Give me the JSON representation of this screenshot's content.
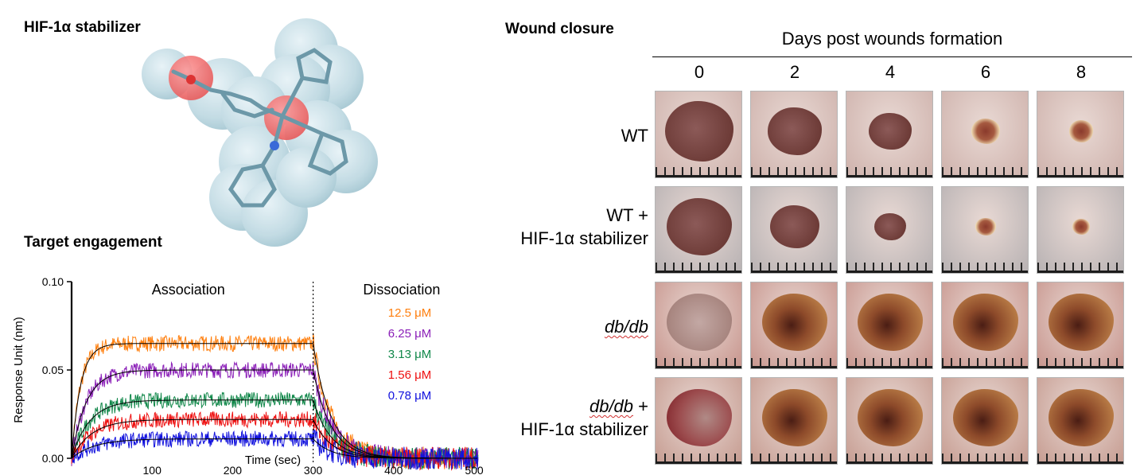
{
  "panels": {
    "molecule_title": "HIF-1α stabilizer",
    "engagement_title": "Target engagement",
    "wound_title": "Wound closure"
  },
  "chart_data": {
    "type": "line",
    "title": "",
    "xlabel": "Time (sec)",
    "ylabel": "Response Unit (nm)",
    "xlim": [
      0,
      500
    ],
    "ylim": [
      0,
      0.1
    ],
    "x_ticks": [
      "100",
      "200",
      "300",
      "400",
      "500"
    ],
    "y_ticks": [
      "0.00",
      "0.05",
      "0.10"
    ],
    "annotations": [
      "Association",
      "Dissociation"
    ],
    "phase_boundary_x": 300,
    "legend_position": "right",
    "series": [
      {
        "name": "12.5 μM",
        "color": "#ff7f0e",
        "plateau": 0.065,
        "k": 0.09
      },
      {
        "name": "6.25 μM",
        "color": "#8b1fb8",
        "plateau": 0.05,
        "k": 0.055
      },
      {
        "name": "3.13 μM",
        "color": "#11884a",
        "plateau": 0.033,
        "k": 0.045
      },
      {
        "name": "1.56 μM",
        "color": "#ee1111",
        "plateau": 0.022,
        "k": 0.04
      },
      {
        "name": "0.78 μM",
        "color": "#1111dd",
        "plateau": 0.011,
        "k": 0.035
      }
    ]
  },
  "wound_grid": {
    "days_title": "Days post wounds formation",
    "days": [
      "0",
      "2",
      "4",
      "6",
      "8"
    ],
    "rows": [
      {
        "line1": "WT",
        "line2": "",
        "italic": false,
        "wounds": [
          1.0,
          0.78,
          0.62,
          0.42,
          0.36
        ],
        "healed": [
          false,
          false,
          false,
          true,
          true
        ],
        "skin": "#cfb3ad"
      },
      {
        "line1": "WT +",
        "line2": "HIF-1α stabilizer",
        "italic": false,
        "wounds": [
          0.95,
          0.72,
          0.46,
          0.3,
          0.26
        ],
        "healed": [
          false,
          false,
          false,
          true,
          true
        ],
        "skin": "#b9b3b4"
      },
      {
        "line1": "db/db",
        "line2": "",
        "italic": true,
        "wounds": [
          0.95,
          0.95,
          0.95,
          0.95,
          0.95
        ],
        "healed": [
          false,
          false,
          false,
          false,
          false
        ],
        "skin": "#c99890"
      },
      {
        "line1": "db/db",
        "line1_suffix": " +",
        "line2": "HIF-1α stabilizer",
        "italic": true,
        "wounds": [
          0.95,
          0.95,
          0.95,
          0.95,
          0.95
        ],
        "healed": [
          false,
          false,
          false,
          false,
          false
        ],
        "skin": "#c79e93"
      }
    ]
  }
}
